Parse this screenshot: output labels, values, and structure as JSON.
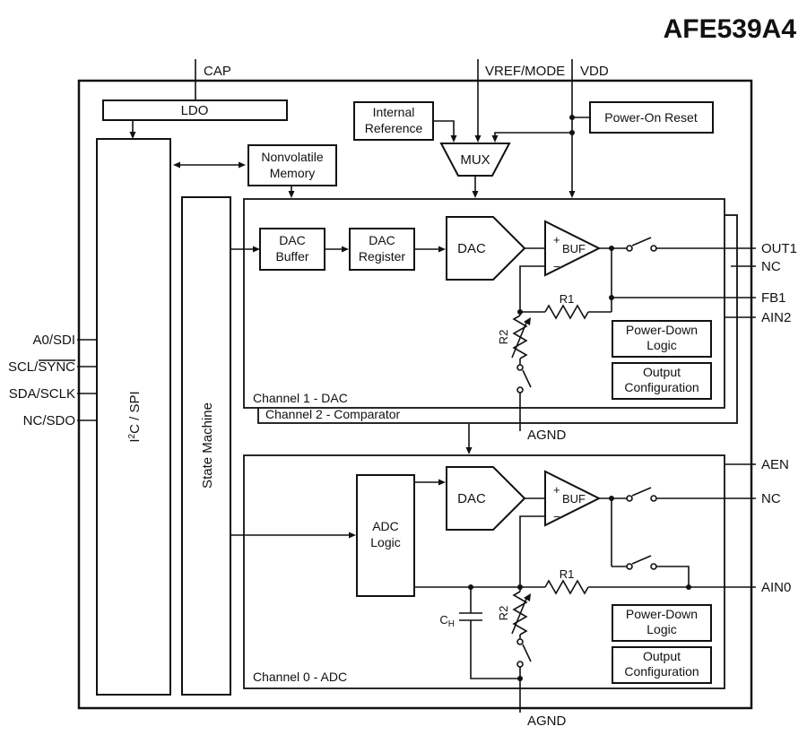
{
  "title": "AFE539A4",
  "pins": {
    "cap": "CAP",
    "vref_mode": "VREF/MODE",
    "vdd": "VDD",
    "a0_sdi": "A0/SDI",
    "scl_sync": "SCL/SYNC",
    "sda_sclk": "SDA/SCLK",
    "nc_sdo": "NC/SDO",
    "out1": "OUT1",
    "nc": "NC",
    "fb1": "FB1",
    "ain2": "AIN2",
    "aen": "AEN",
    "ain0": "AIN0",
    "agnd": "AGND"
  },
  "blocks": {
    "ldo": "LDO",
    "i2c_base": "I",
    "i2c_sup": "2",
    "i2c_rest": "C / SPI",
    "state_machine": "State Machine",
    "nvm1": "Nonvolatile",
    "nvm2": "Memory",
    "intref1": "Internal",
    "intref2": "Reference",
    "mux": "MUX",
    "por": "Power-On Reset",
    "dacbuf1": "DAC",
    "dacbuf2": "Buffer",
    "dacreg1": "DAC",
    "dacreg2": "Register",
    "dac": "DAC",
    "buf": "BUF",
    "adc1": "ADC",
    "adc2": "Logic",
    "pd1": "Power-Down",
    "pd2": "Logic",
    "oc1": "Output",
    "oc2": "Configuration"
  },
  "channels": {
    "ch1": "Channel 1 - DAC",
    "ch2": "Channel 2 - Comparator",
    "ch0": "Channel 0 - ADC"
  },
  "parts": {
    "r1": "R1",
    "r2": "R2",
    "cap_c": "C",
    "cap_h": "H",
    "plus": "+",
    "minus": "−"
  }
}
